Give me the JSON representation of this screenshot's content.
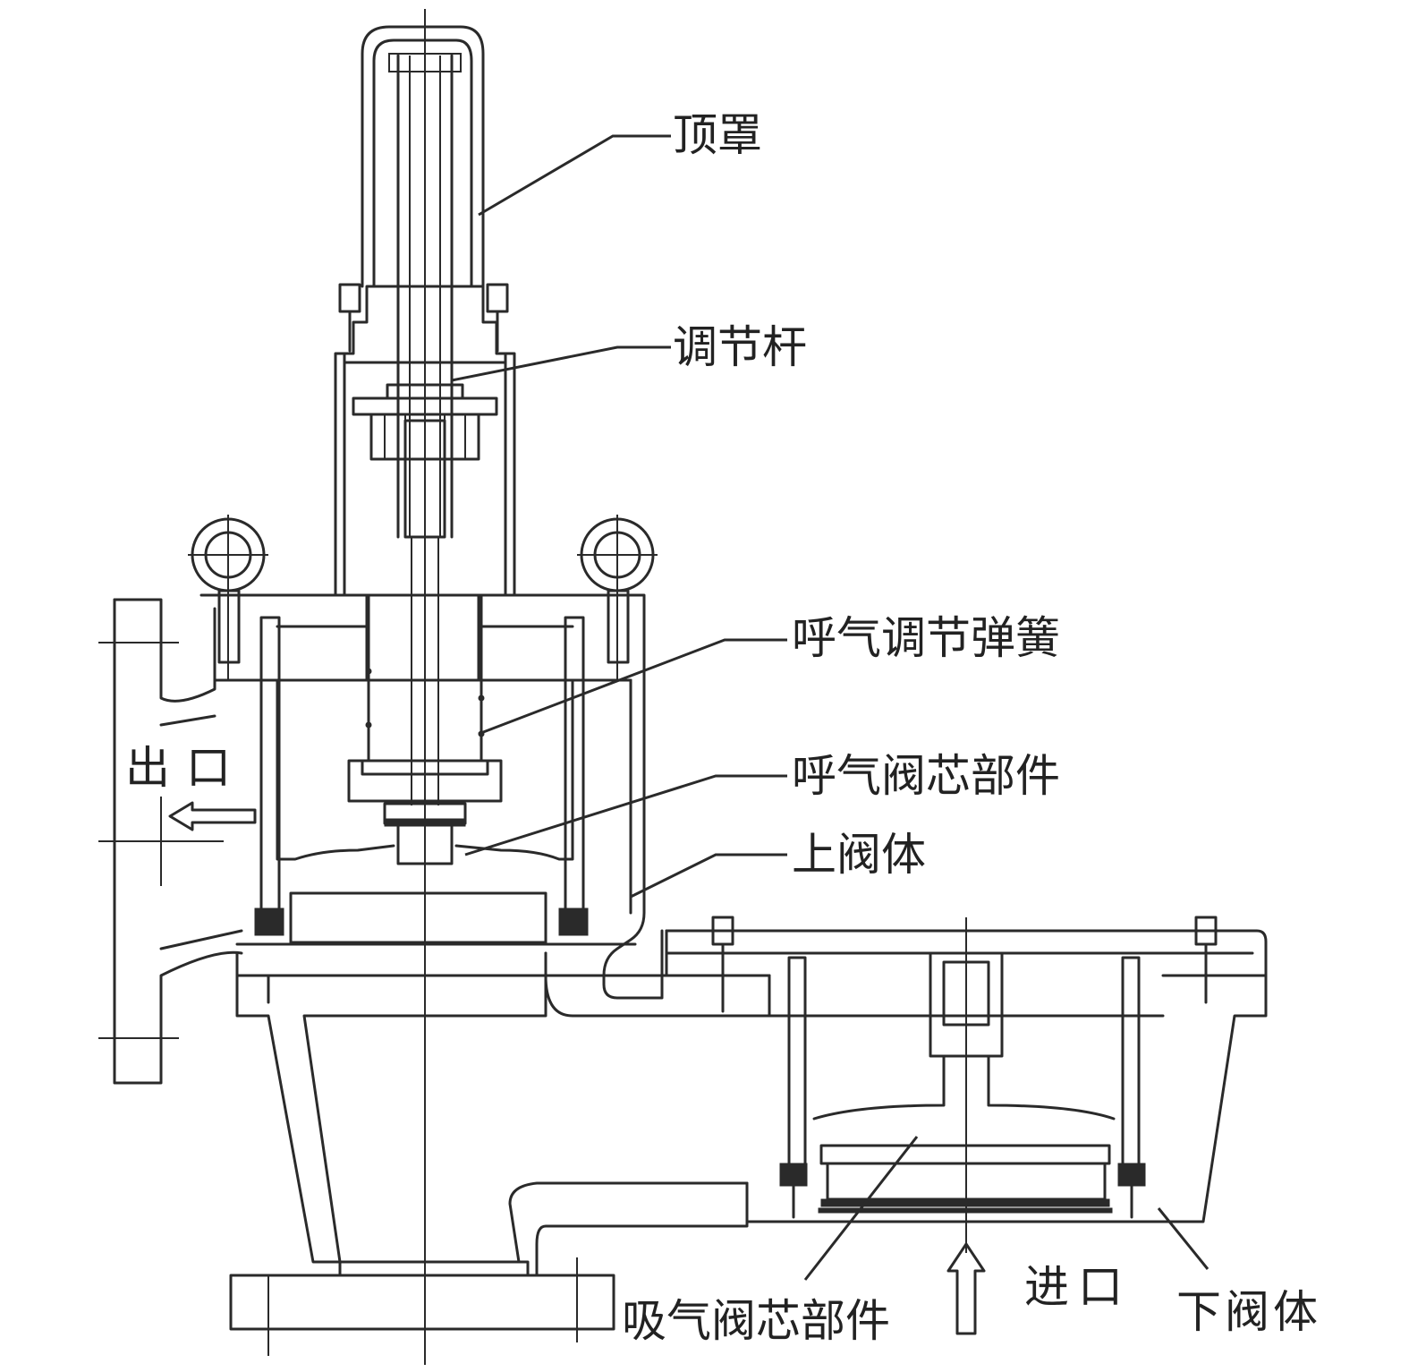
{
  "labels": {
    "top_cover": "顶罩",
    "adjusting_rod": "调节杆",
    "exhale_spring": "呼气调节弹簧",
    "exhale_valve_core": "呼气阀芯部件",
    "upper_body": "上阀体",
    "outlet": "出口",
    "inhale_valve_core": "吸气阀芯部件",
    "inlet": "进口",
    "lower_body": "下阀体"
  }
}
